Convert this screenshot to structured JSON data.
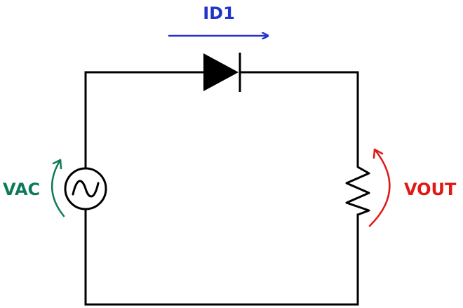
{
  "labels": {
    "current": "ID1",
    "source_voltage": "VAC",
    "output_voltage": "VOUT"
  },
  "components": {
    "source": "ac-voltage-source",
    "diode": "diode",
    "load": "resistor"
  },
  "colors": {
    "wire": "#000000",
    "current": "#2233cc",
    "source_voltage": "#0e7a5a",
    "output_voltage": "#e01818"
  }
}
